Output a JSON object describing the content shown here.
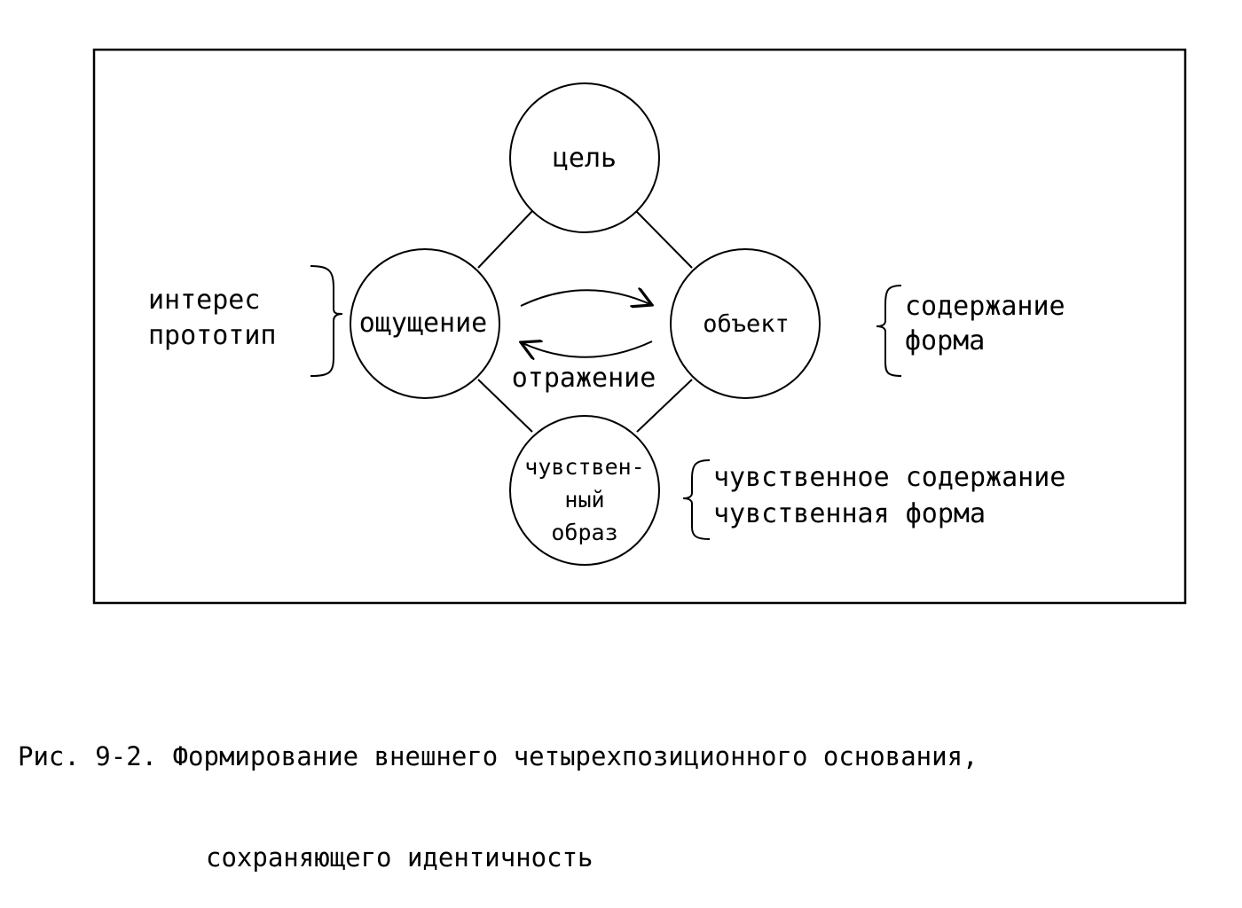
{
  "nodes": {
    "top": {
      "label": "цель"
    },
    "left": {
      "label": "ощущение"
    },
    "right": {
      "label": "объект"
    },
    "bottom": {
      "lines": [
        "чувствен-",
        "ный",
        "образ"
      ]
    }
  },
  "edge_label": "отражение",
  "left_annotation": {
    "lines": [
      "интерес",
      "прототип"
    ]
  },
  "right_annotation": {
    "lines": [
      "содержание",
      "форма"
    ]
  },
  "bottom_annotation": {
    "lines": [
      "чувственное содержание",
      "чувственная форма"
    ]
  },
  "caption": {
    "line1": "Рис. 9-2. Формирование внешнего четырехпозиционного основания,",
    "line2": "сохраняющего идентичность"
  }
}
